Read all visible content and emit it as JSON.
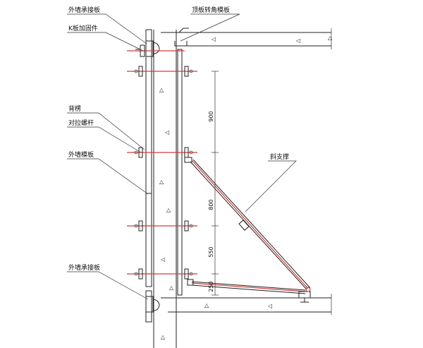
{
  "labels": {
    "outer_support_board_top": "外墙承接板",
    "k_board_fastener": "K板加固件",
    "slab_corner_formwork": "顶板转角模板",
    "back_purlin": "背楞",
    "tie_rod": "对拉螺杆",
    "outer_wall_formwork": "外墙模板",
    "diagonal_brace": "斜支撑",
    "outer_support_board_bottom": "外墙承接板"
  },
  "dimensions": {
    "d1": "900",
    "d2": "800",
    "d3": "550",
    "d4": "250"
  },
  "colors": {
    "line": "#222222",
    "tie_rod": "#d23a3a"
  }
}
